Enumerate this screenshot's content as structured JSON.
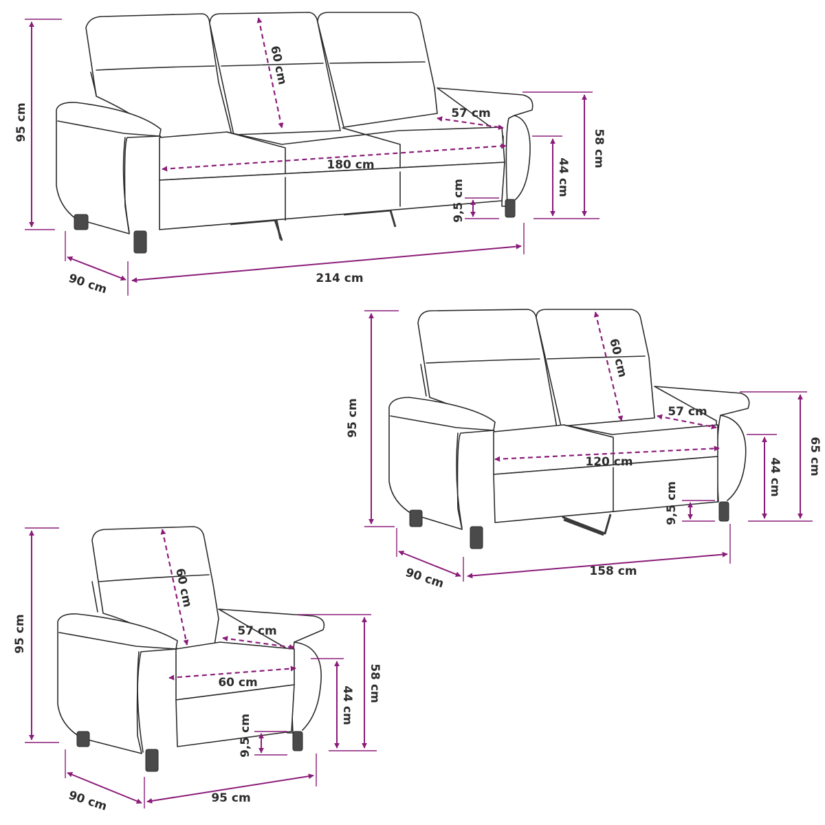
{
  "colors": {
    "dimension": "#8a1b78",
    "outline": "#2a2a2a",
    "background": "#ffffff"
  },
  "three_seater": {
    "total_height": "95 cm",
    "backrest_height": "60 cm",
    "armrest_depth": "57 cm",
    "seat_width": "180 cm",
    "armrest_height": "58 cm",
    "seat_height": "44 cm",
    "leg_height": "9,5 cm",
    "depth": "90 cm",
    "total_width": "214 cm"
  },
  "two_seater": {
    "total_height": "95 cm",
    "backrest_height": "60 cm",
    "armrest_depth": "57 cm",
    "seat_width": "120 cm",
    "armrest_height": "65 cm",
    "seat_height": "44 cm",
    "leg_height": "9,5 cm",
    "depth": "90 cm",
    "total_width": "158 cm"
  },
  "armchair": {
    "total_height": "95 cm",
    "backrest_height": "60 cm",
    "armrest_depth": "57 cm",
    "seat_width": "60 cm",
    "armrest_height": "58 cm",
    "seat_height": "44 cm",
    "leg_height": "9,5 cm",
    "depth": "90 cm",
    "total_width": "95 cm"
  }
}
